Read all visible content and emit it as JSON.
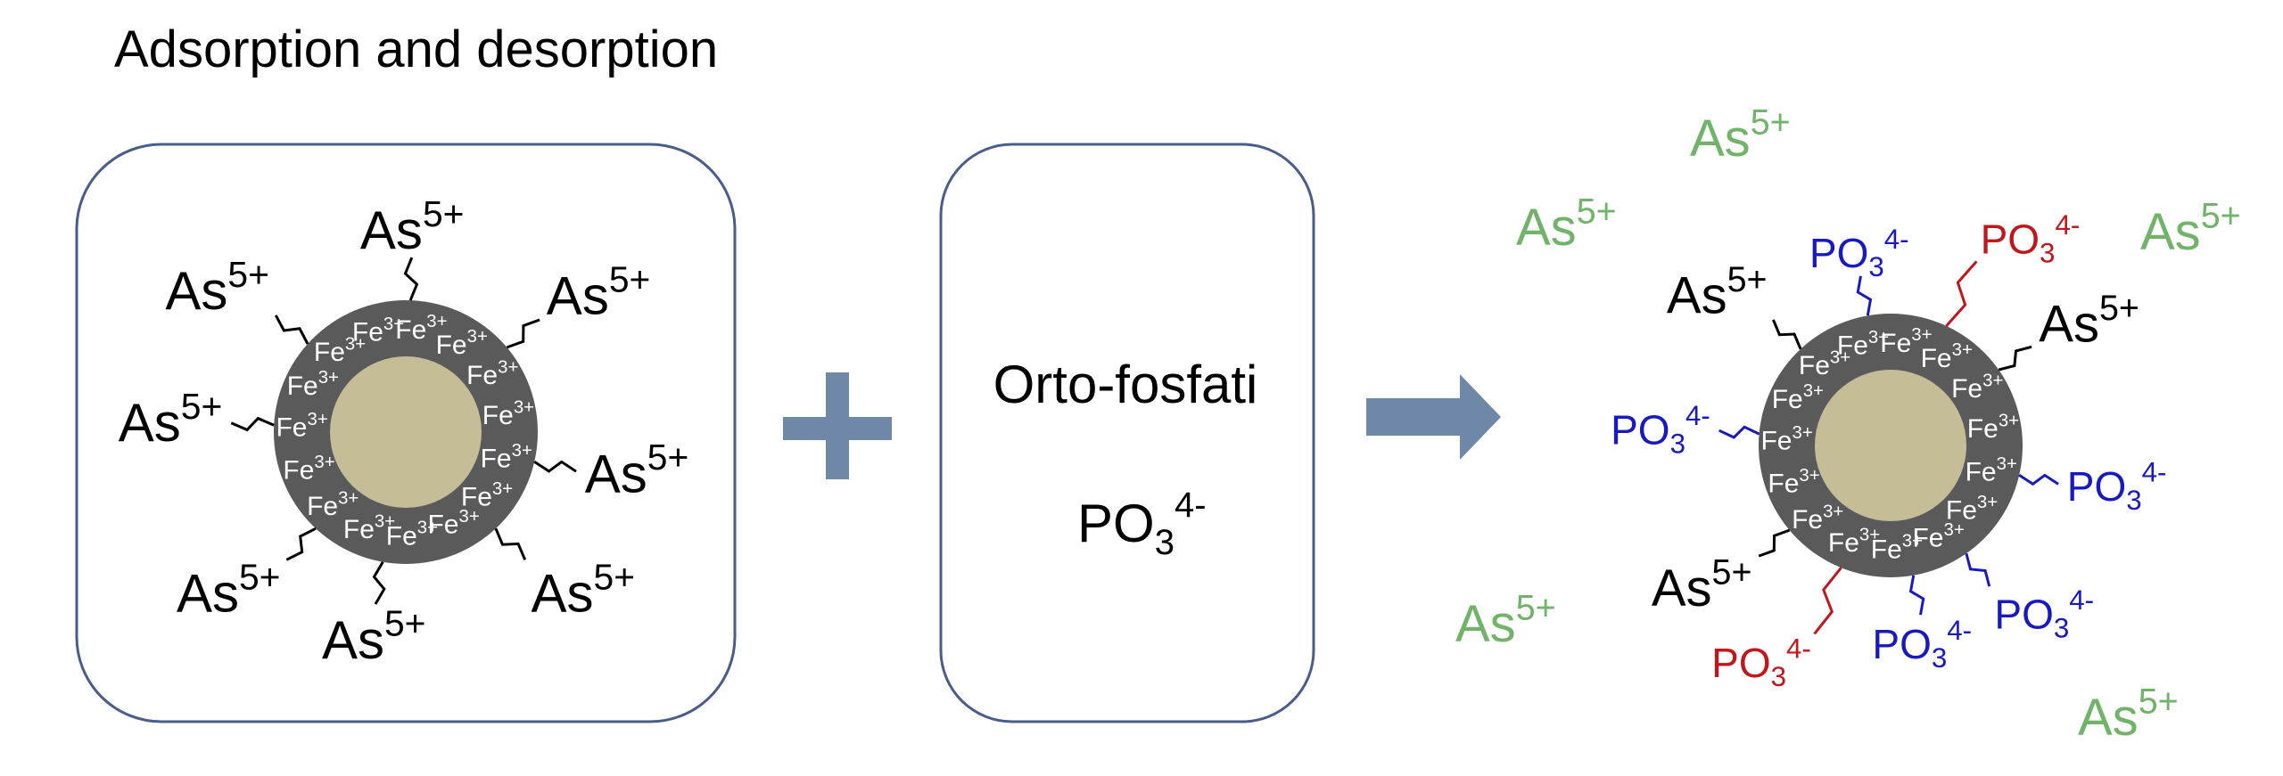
{
  "title": "Adsorption and desorption",
  "colors": {
    "bound_arsenic": "#000000",
    "free_arsenic": "#72b36a",
    "phosphate_blue": "#1919c0",
    "phosphate_red": "#c0161c",
    "shell": "#5a5a5a",
    "core": "#c4bd98",
    "panel_border": "#4a5d8a",
    "operator": "#7088a8"
  },
  "ions": {
    "arsenic": {
      "base": "As",
      "charge": "5+"
    },
    "iron": {
      "base": "Fe",
      "charge": "3+"
    },
    "phosphate": {
      "base": "PO",
      "sub": "3",
      "charge": "4-"
    }
  },
  "panels": {
    "reagent_name": "Orto-fosfati",
    "reagent_formula": {
      "base": "PO",
      "sub": "3",
      "charge": "4-"
    }
  },
  "operators": {
    "plus": "plus-icon",
    "arrow": "right-arrow-icon"
  }
}
